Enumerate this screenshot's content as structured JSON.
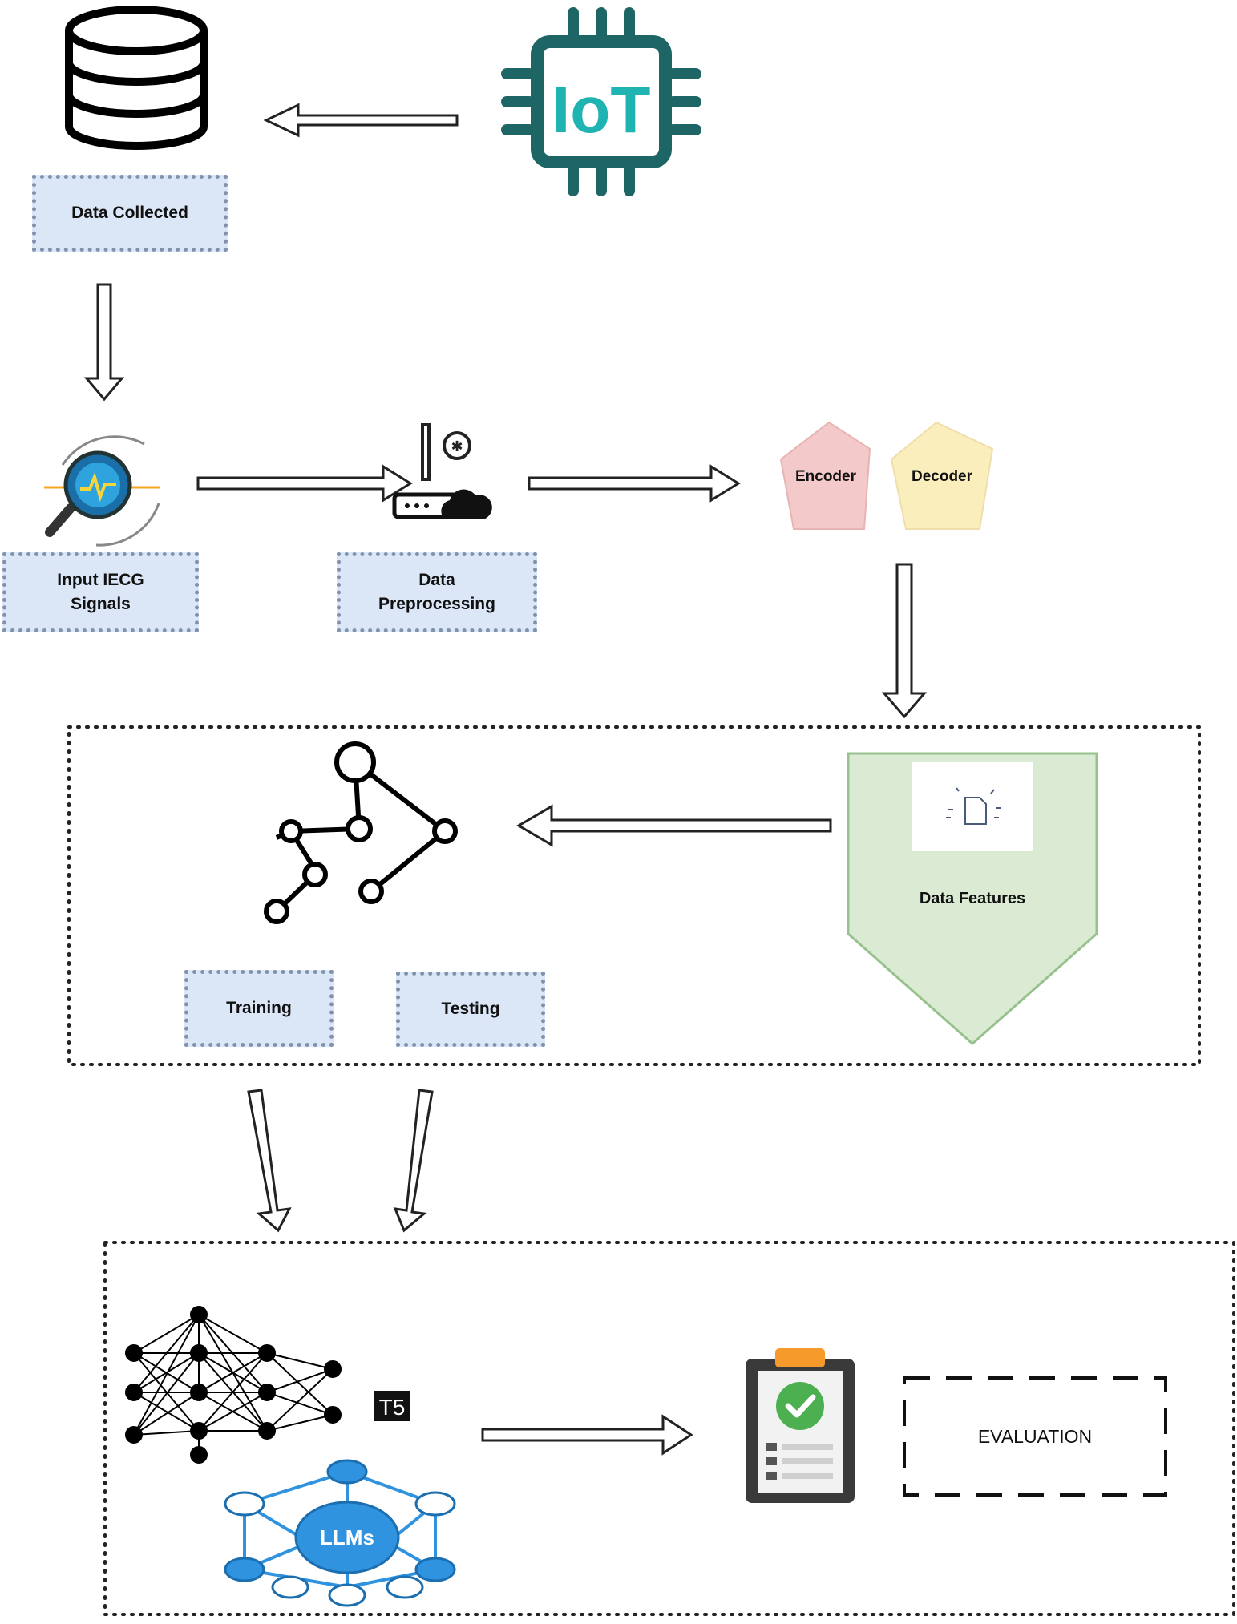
{
  "diagram": {
    "icons": {
      "iot_text": "IoT",
      "t5_text": "T5",
      "llms_text": "LLMs"
    },
    "labels": {
      "data_collected": "Data Collected",
      "input_iecg": "Input IECG Signals",
      "data_preprocessing": "Data Preprocessing",
      "encoder": "Encoder",
      "decoder": "Decoder",
      "data_features": "Data Features",
      "training": "Training",
      "testing": "Testing",
      "evaluation": "EVALUATION"
    },
    "colors": {
      "iot_chip": "#1e6666",
      "iot_text": "#1fb3b1",
      "label_fill": "#dbe6f7",
      "label_border": "#7f93ad",
      "encoder_fill": "#f4c9c9",
      "decoder_fill": "#fbeebd",
      "features_fill": "#dbead3",
      "features_border": "#97c28d",
      "llm_blue": "#2f93e0",
      "check_green": "#4caf50",
      "clipboard_dark": "#3a3a3a",
      "clip_orange": "#f59a2b"
    }
  }
}
